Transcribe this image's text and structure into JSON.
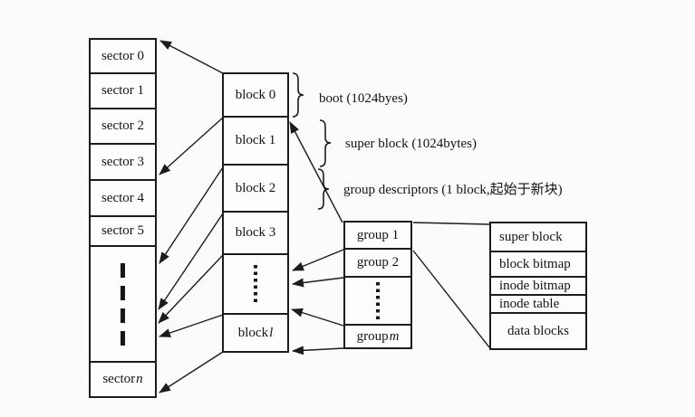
{
  "colors": {
    "background": "#fbfbfb",
    "line": "#1c1c1c",
    "text": "#141414"
  },
  "columns": {
    "sectors": {
      "items": [
        "sector 0",
        "sector 1",
        "sector 2",
        "sector 3",
        "sector 4",
        "sector 5"
      ],
      "last_prefix": "sector ",
      "last_var": "n"
    },
    "blocks": {
      "items": [
        "block 0",
        "block 1",
        "block 2",
        "block 3"
      ],
      "last_prefix": "block ",
      "last_var": "l"
    },
    "groups": {
      "items": [
        "group 1",
        "group 2"
      ],
      "last_prefix": "group ",
      "last_var": "m"
    },
    "group_detail": {
      "items": [
        "super block",
        "block bitmap",
        "inode bitmap",
        "inode table",
        "data blocks"
      ]
    }
  },
  "annotations": {
    "boot": "boot (1024byes)",
    "super_block": "super block (1024bytes)",
    "group_descriptors": "group descriptors (1 block,起始于新块)"
  }
}
